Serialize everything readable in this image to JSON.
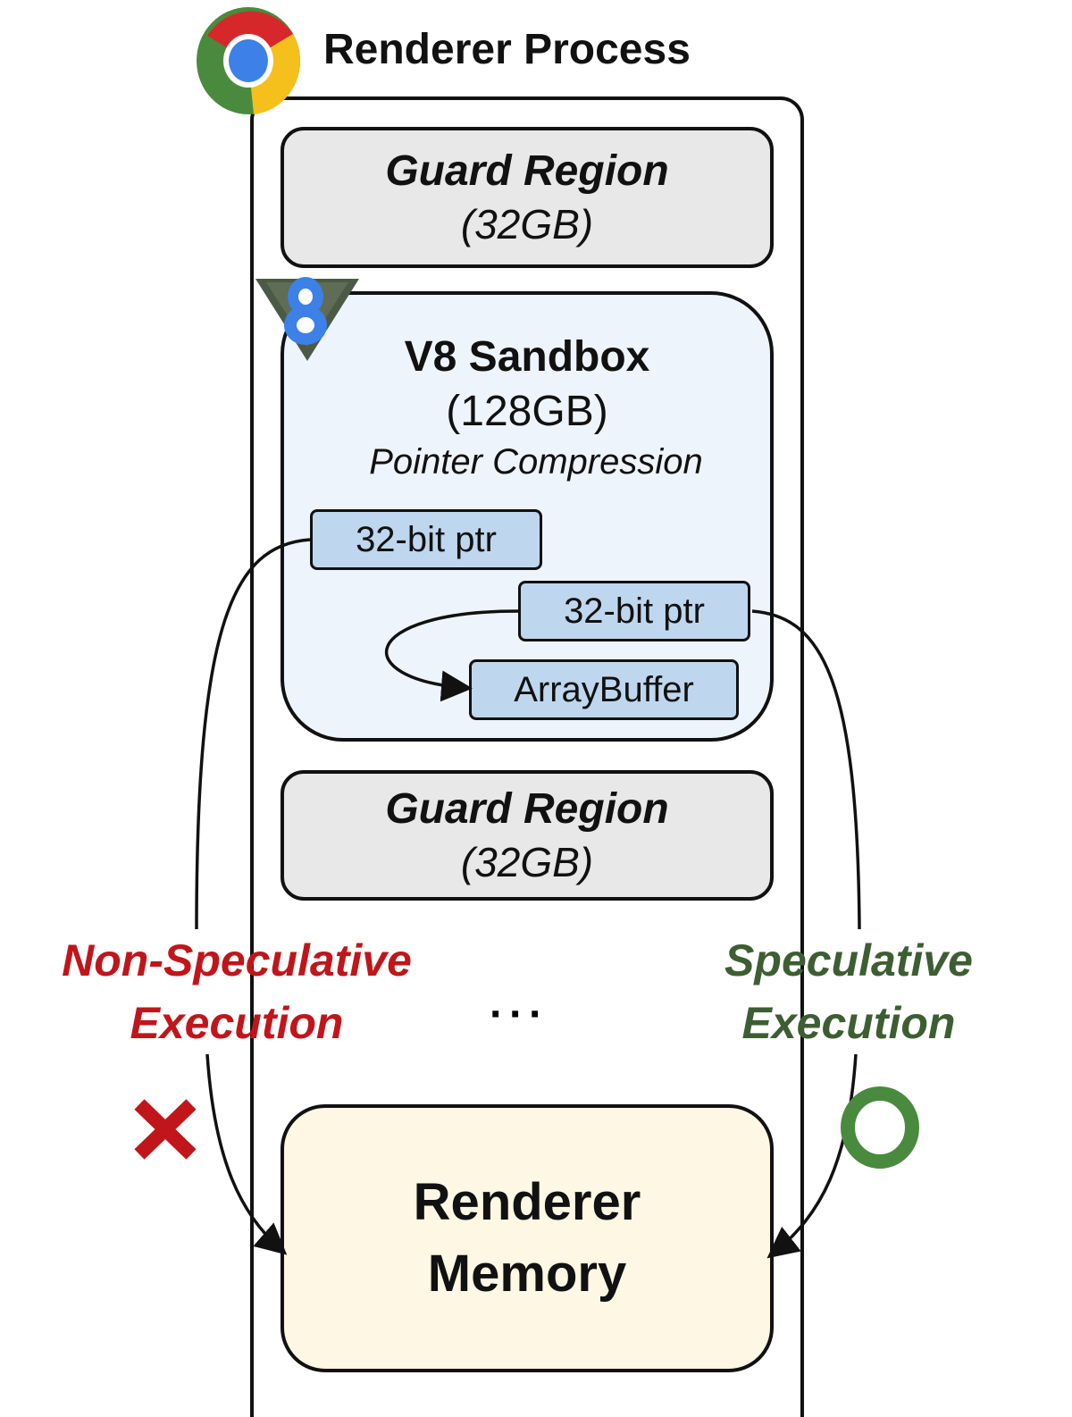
{
  "title": "Renderer Process",
  "guard_top": {
    "title": "Guard Region",
    "size": "(32GB)"
  },
  "sandbox": {
    "title": "V8 Sandbox",
    "size": "(128GB)",
    "subtitle": "Pointer Compression",
    "ptr1": "32-bit ptr",
    "ptr2": "32-bit ptr",
    "arraybuffer": "ArrayBuffer"
  },
  "guard_bottom": {
    "title": "Guard Region",
    "size": "(32GB)"
  },
  "ellipsis": "···",
  "memory": {
    "line1": "Renderer",
    "line2": "Memory"
  },
  "non_speculative": {
    "line1": "Non-Speculative",
    "line2": "Execution",
    "color": "#c0161b",
    "mark": "cross-icon"
  },
  "speculative": {
    "line1": "Speculative",
    "line2": "Execution",
    "color": "#3d5e32",
    "mark": "circle-icon"
  },
  "icons": {
    "chrome": "chrome-logo",
    "v8": "v8-logo"
  }
}
